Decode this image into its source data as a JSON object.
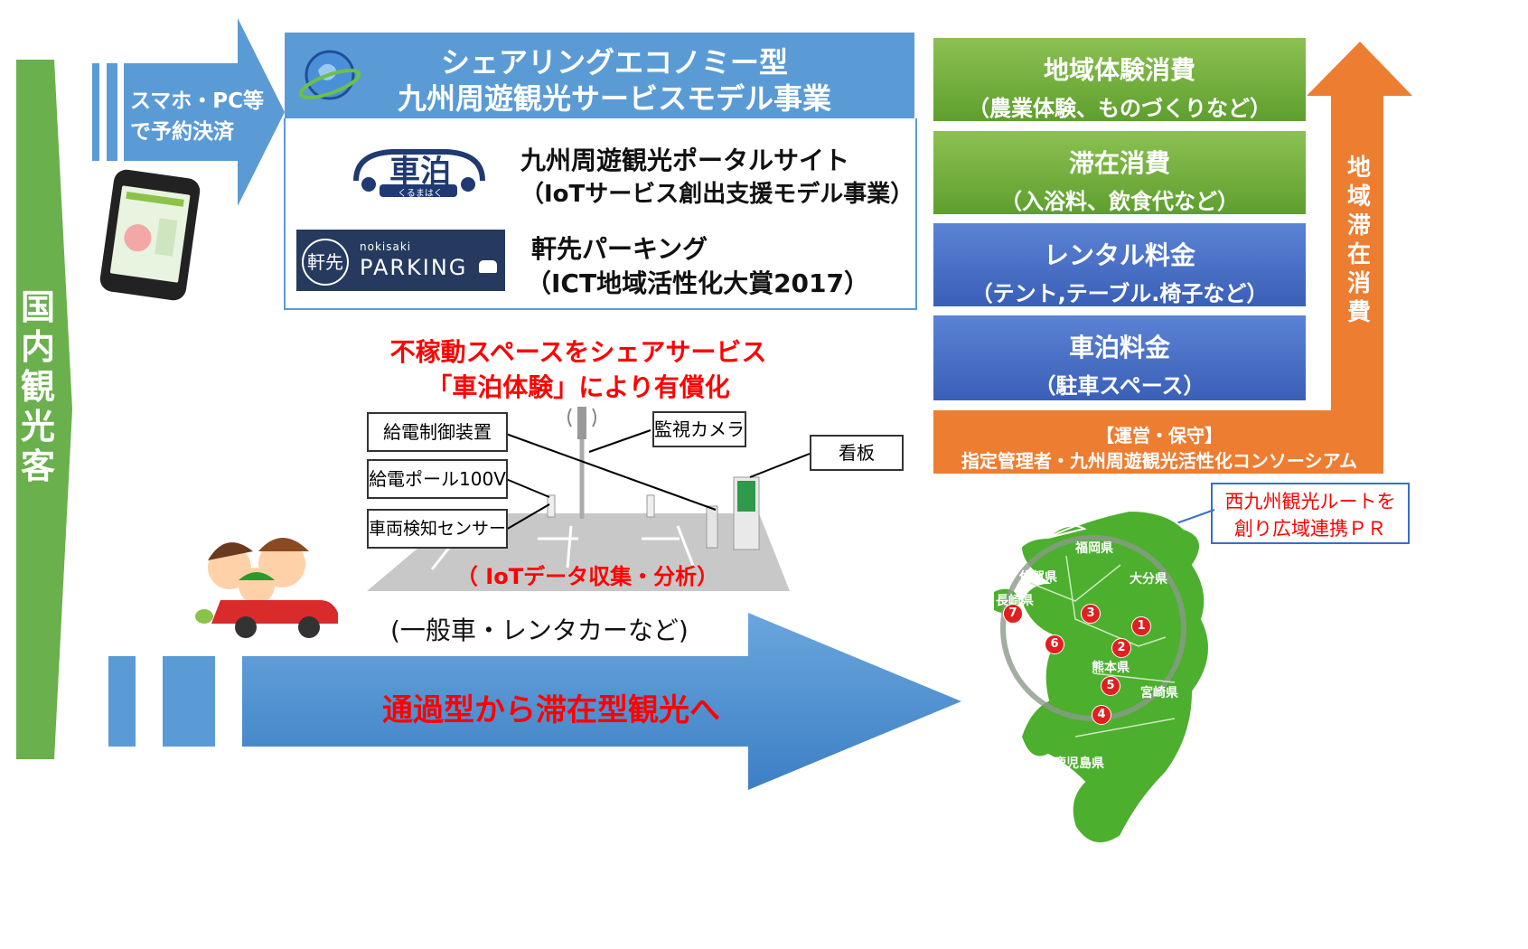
{
  "left_bar": {
    "label": "国内観光客",
    "color": "#6ab04c"
  },
  "reserve_arrow": {
    "text_line1": "スマホ・PC等",
    "text_line2": "で予約決済",
    "color": "#5b9bd5"
  },
  "model_header": {
    "line1": "シェアリングエコノミー型",
    "line2": "九州周遊観光サービスモデル事業",
    "color": "#5b9bd5"
  },
  "portal": {
    "logo_text": "車泊",
    "logo_sub": "くるまはく",
    "title": "九州周遊観光ポータルサイト",
    "subtitle": "（IoTサービス創出支援モデル事業）"
  },
  "parking": {
    "logo_kanji": "軒先",
    "logo_small": "nokisaki",
    "logo_big": "PARKING",
    "title": "軒先パーキング",
    "subtitle": "（ICT地域活性化大賞2017）"
  },
  "slogan": {
    "line1": "不稼動スペースをシェアサービス",
    "line2": "「車泊体験」により有償化",
    "color": "#ff0000"
  },
  "labels": {
    "power_control": "給電制御装置",
    "camera": "監視カメラ",
    "signboard": "看板",
    "power_pole": "給電ポール100V",
    "sensor": "車両検知センサー",
    "iot": "（ IoTデータ収集・分析）"
  },
  "vehicle_note": "(一般車・レンタカーなど)",
  "bottom_arrow": {
    "text": "通過型から滞在型観光へ",
    "color": "#5b9bd5",
    "text_color": "#ff0000"
  },
  "consumption": [
    {
      "title": "地域体験消費",
      "sub": "（農業体験、ものづくりなど）",
      "kind": "green"
    },
    {
      "title": "滞在消費",
      "sub": "（入浴料、飲食代など）",
      "kind": "green"
    },
    {
      "title": "レンタル料金",
      "sub": "（テント,テーブル.椅子など）",
      "kind": "blue"
    },
    {
      "title": "車泊料金",
      "sub": "（駐車スペース）",
      "kind": "blue"
    }
  ],
  "operation_bar": {
    "line1": "【運営・保守】",
    "line2": "指定管理者・九州周遊観光活性化コンソーシアム",
    "color": "#ed7d31"
  },
  "up_arrow": {
    "label": "地域滞在消費",
    "color": "#ed7d31"
  },
  "route_box": {
    "line1": "西九州観光ルートを",
    "line2": "創り広域連携ＰＲ"
  },
  "map": {
    "prefectures": [
      "福岡県",
      "佐賀県",
      "大分県",
      "長崎県",
      "熊本県",
      "宮崎県",
      "鹿児島県"
    ],
    "markers": [
      "1",
      "2",
      "3",
      "4",
      "5",
      "6",
      "7"
    ],
    "color": "#4caf2e"
  }
}
